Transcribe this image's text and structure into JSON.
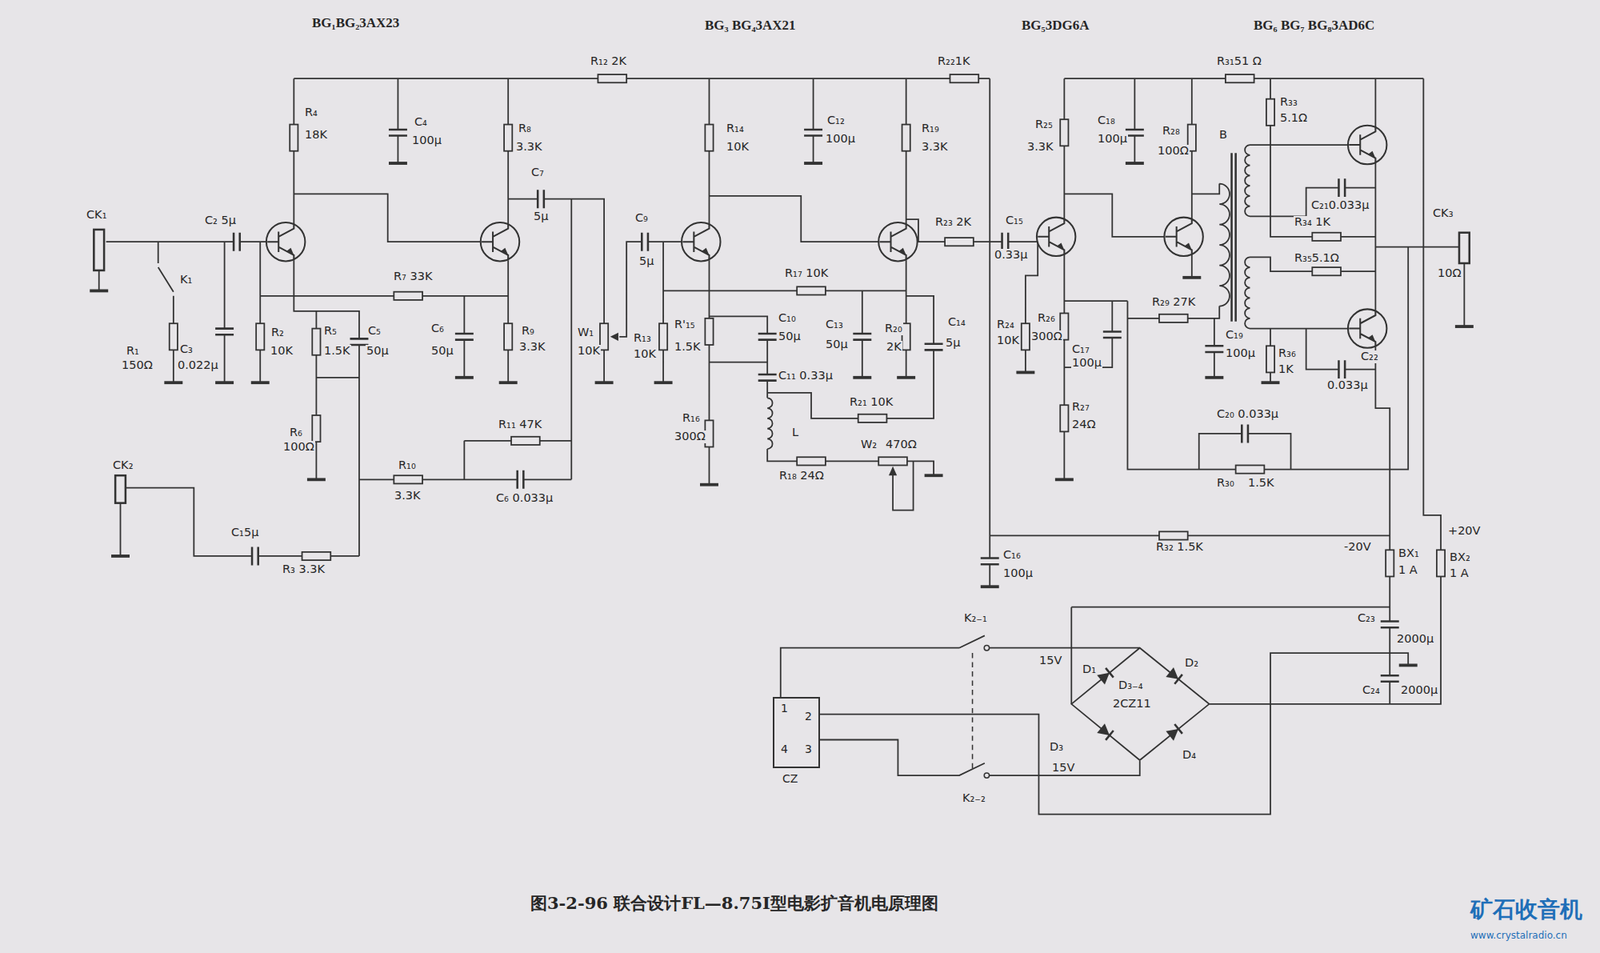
{
  "diagram": {
    "caption": "图3-2-96 联合设计FL—8.75Ⅰ型电影扩音机电原理图",
    "nodes": [
      {
        "text": [
          "1",
          "2",
          "4",
          "3",
          "CZ"
        ]
      }
    ],
    "labels": [
      "BG₁BG₂3AX23",
      "BG₃ BG₄3AX21",
      "BG₅3DG6A",
      "BG₆ BG₇ BG₈3AD6C",
      "R₁₂ 2K",
      "R₂₂1K",
      "R₃₁51 Ω",
      "R₄",
      "18K",
      "C₄",
      "100μ",
      "R₈",
      "3.3K",
      "C₇",
      "5μ",
      "R₁₄",
      "10K",
      "C₁₂",
      "100μ",
      "R₁₉",
      "3.3K",
      "R₂₅",
      "3.3K",
      "C₁₈",
      "100μ",
      "R₂₈",
      "100Ω",
      "B",
      "R₃₃",
      "5.1Ω",
      "C₂₁0.033μ",
      "CK₃",
      "R₃₄ 1K",
      "R₃₅5.1Ω",
      "10Ω",
      "CK₁",
      "C₂ 5μ",
      "K₁",
      "R₁",
      "150Ω",
      "C₃",
      "0.022μ",
      "R₇ 33K",
      "R₂",
      "10K",
      "R₅",
      "1.5K",
      "C₅",
      "50μ",
      "C₆",
      "50μ",
      "R₉",
      "3.3K",
      "W₁",
      "10K",
      "C₉",
      "5μ",
      "R₁₇ 10K",
      "R₁₃",
      "10K",
      "R'₁₅",
      "1.5K",
      "C₁₀",
      "50μ",
      "C₁₃",
      "50μ",
      "R₂₀",
      "2K",
      "C₁₄",
      "5μ",
      "R₂₃ 2K",
      "C₁₅",
      "0.33μ",
      "R₂₄",
      "10K",
      "R₂₆",
      "300Ω",
      "C₁₇",
      "100μ",
      "R₂₉ 27K",
      "C₁₉",
      "100μ",
      "R₃₆",
      "1K",
      "C₂₂",
      "0.033μ",
      "C₁₁ 0.33μ",
      "R₁₆",
      "300Ω",
      "L",
      "R₂₁ 10K",
      "W₂",
      "470Ω",
      "R₁₈ 24Ω",
      "R₆",
      "100Ω",
      "R₁₁ 47K",
      "R₁₀",
      "3.3K",
      "C₆ 0.033μ",
      "R₂₇",
      "24Ω",
      "C₂₀ 0.033μ",
      "R₃₀",
      "1.5K",
      "CK₂",
      "C₁5μ",
      "R₃ 3.3K",
      "R₃₂ 1.5K",
      "-20V",
      "+20V",
      "BX₁",
      "1 A",
      "BX₂",
      "1 A",
      "C₁₆",
      "100μ",
      "K₂₋₁",
      "C₂₃",
      "2000μ",
      "15V",
      "D₁",
      "D₂",
      "D₃₋₄",
      "2CZ11",
      "C₂₄",
      "2000μ",
      "D₃",
      "15V",
      "D₄",
      "K₂₋₂",
      "矿石收音机",
      "www.crystalradio.cn"
    ]
  }
}
